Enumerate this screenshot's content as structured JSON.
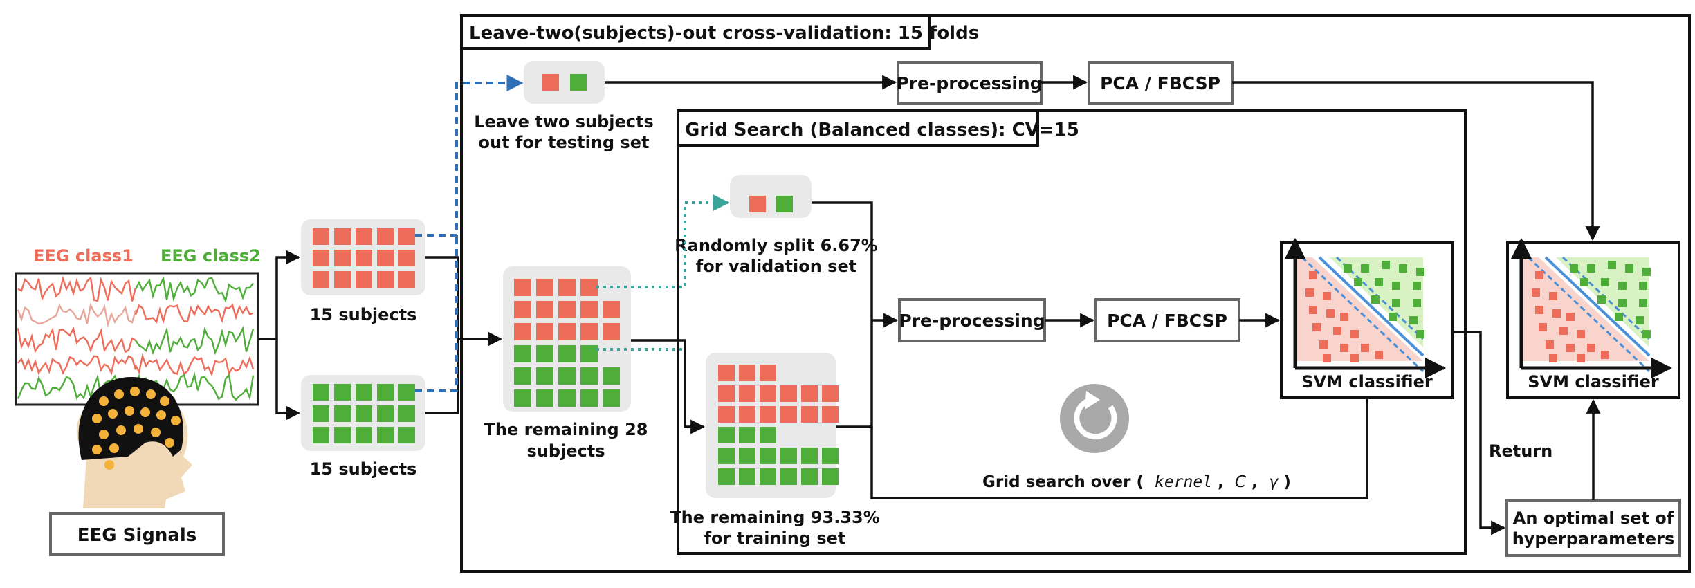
{
  "outer_title": "Leave-two(subjects)-out cross-validation: 15 folds",
  "grid_title": "Grid Search (Balanced classes): CV=15",
  "eeg": {
    "class1": "EEG class1",
    "class2": "EEG class2",
    "signals_label": "EEG Signals"
  },
  "groups": {
    "red_subjects": "15 subjects",
    "green_subjects": "15 subjects",
    "remaining28": [
      "The remaining 28",
      "subjects"
    ],
    "test_set": [
      "Leave two subjects",
      "out for testing set"
    ],
    "validation_set": [
      "Randomly split 6.67%",
      "for validation set"
    ],
    "training_set": [
      "The remaining 93.33%",
      "for training set"
    ]
  },
  "pipeline": {
    "preprocessing_top": "Pre-processing",
    "pca_top": "PCA / FBCSP",
    "preprocessing_inner": "Pre-processing",
    "pca_inner": "PCA / FBCSP",
    "svm_inner": "SVM classifier",
    "svm_final": "SVM classifier",
    "grid_search": {
      "prefix": "Grid search over (",
      "kernel": "kernel",
      "sep1": ",",
      "C": "C",
      "sep2": ",",
      "gamma": "γ",
      "suffix": ")"
    },
    "return_label": "Return",
    "optimal": [
      "An optimal set of",
      "hyperparameters"
    ]
  },
  "colors": {
    "class1": "#ee6c5a",
    "class2": "#4fae3a",
    "blue_dashed": "#2f6fb7",
    "teal_dotted": "#3aa39a",
    "tray": "#e9e9e9",
    "hair_dots": "#f4b23a"
  }
}
